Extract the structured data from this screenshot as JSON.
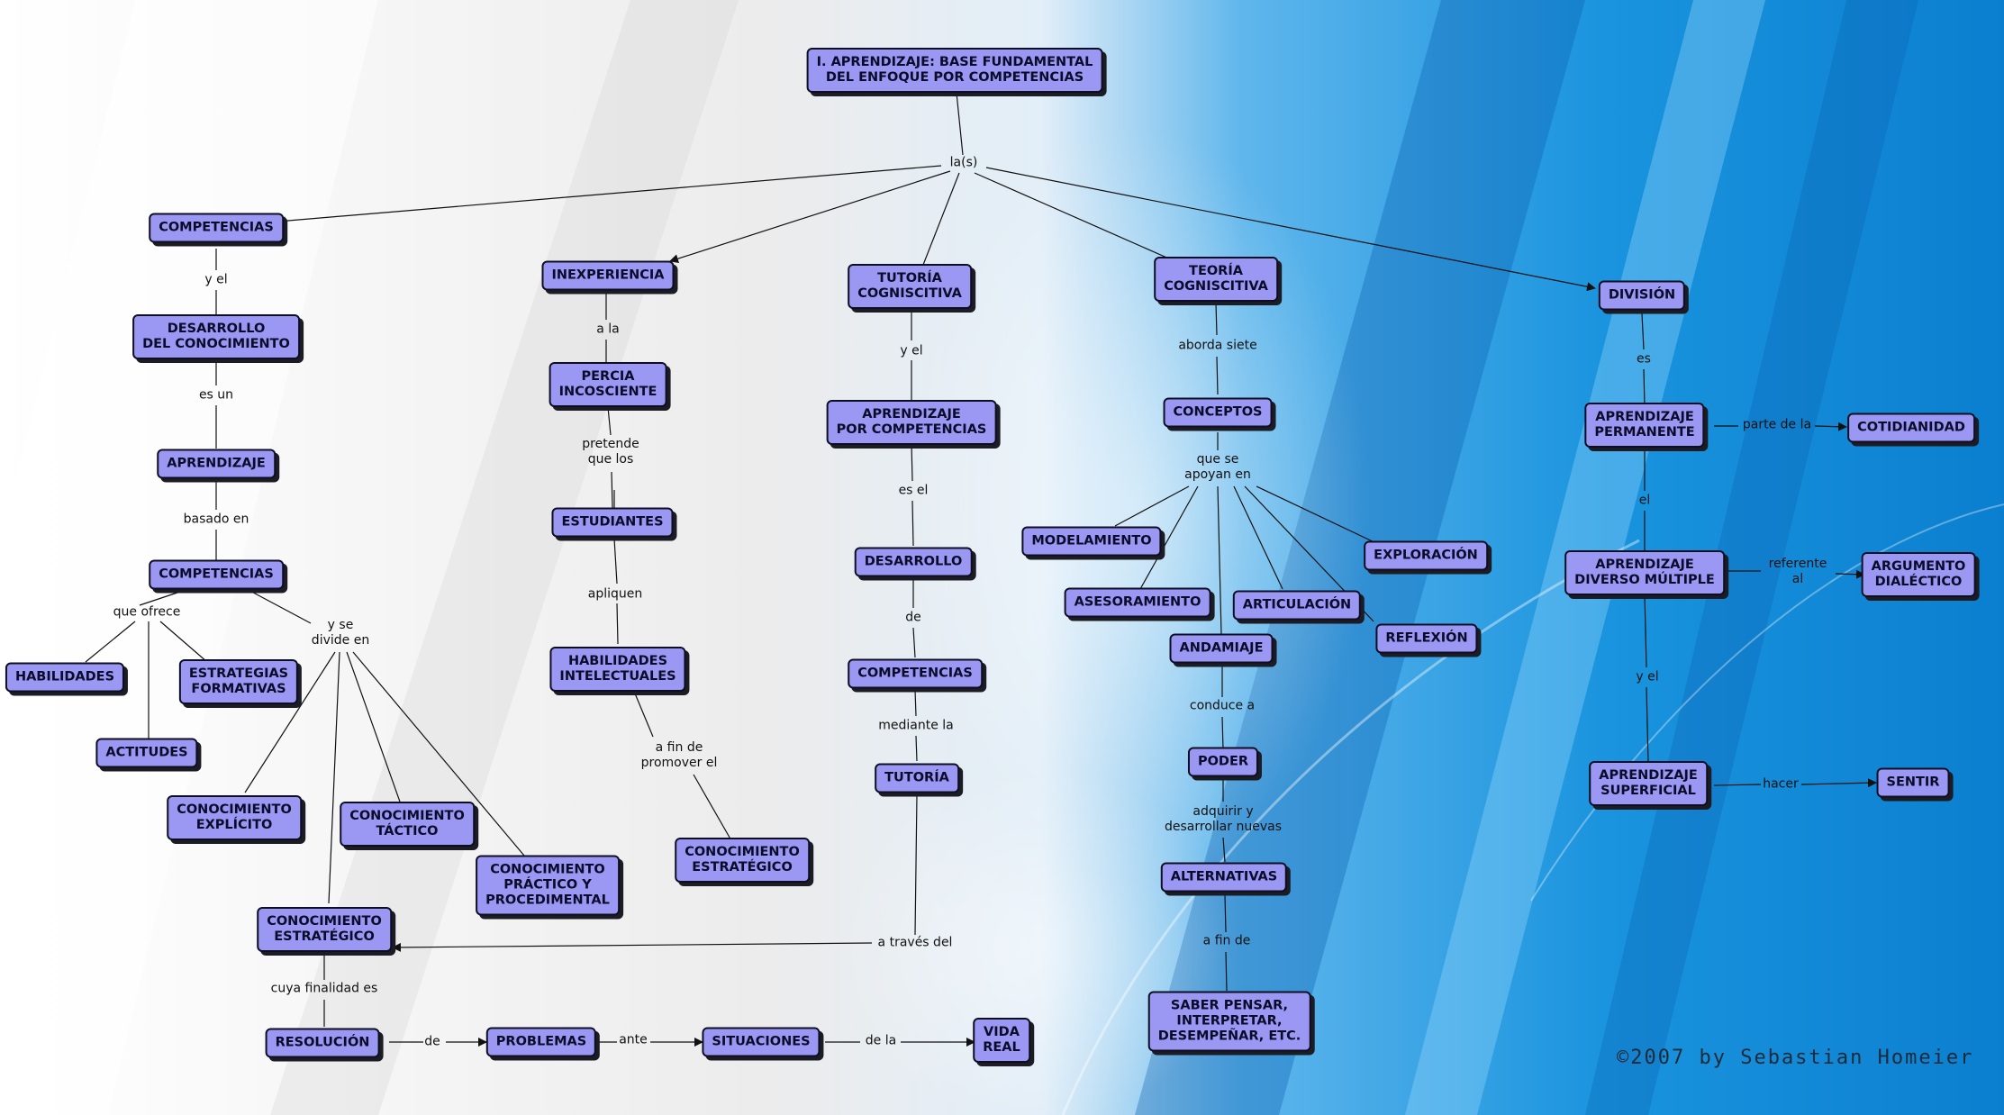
{
  "nodes": {
    "root": "I. APRENDIZAJE: BASE FUNDAMENTAL\nDEL ENFOQUE POR COMPETENCIAS",
    "competencias_top": "COMPETENCIAS",
    "desarrollo_conocimiento": "DESARROLLO\nDEL CONOCIMIENTO",
    "aprendizaje": "APRENDIZAJE",
    "competencias_mid": "COMPETENCIAS",
    "habilidades": "HABILIDADES",
    "actitudes": "ACTITUDES",
    "estrategias_formativas": "ESTRATEGIAS\nFORMATIVAS",
    "conocimiento_explicito": "CONOCIMIENTO\nEXPLÍCITO",
    "conocimiento_tactico": "CONOCIMIENTO\nTÁCTICO",
    "conocimiento_practico": "CONOCIMIENTO\nPRÁCTICO Y\nPROCEDIMENTAL",
    "conocimiento_estrategico_left": "CONOCIMIENTO\nESTRATÉGICO",
    "resolucion": "RESOLUCIÓN",
    "problemas": "PROBLEMAS",
    "situaciones": "SITUACIONES",
    "vida_real": "VIDA\nREAL",
    "inexperiencia": "INEXPERIENCIA",
    "percia_inconsciente": "PERCIA\nINCOSCIENTE",
    "estudiantes": "ESTUDIANTES",
    "habilidades_intelectuales": "HABILIDADES\nINTELECTUALES",
    "conocimiento_estrategico_mid": "CONOCIMIENTO\nESTRATÉGICO",
    "tutoria_cogniscitiva": "TUTORÍA\nCOGNISCITIVA",
    "aprendizaje_competencias": "APRENDIZAJE\nPOR COMPETENCIAS",
    "desarrollo": "DESARROLLO",
    "competencias_tut": "COMPETENCIAS",
    "tutoria": "TUTORÍA",
    "teoria_cogniscitiva": "TEORÍA\nCOGNISCITIVA",
    "conceptos": "CONCEPTOS",
    "modelamiento": "MODELAMIENTO",
    "asesoramiento": "ASESORAMIENTO",
    "andamiaje": "ANDAMIAJE",
    "articulacion": "ARTICULACIÓN",
    "reflexion": "REFLEXIÓN",
    "exploracion": "EXPLORACIÓN",
    "poder": "PODER",
    "alternativas": "ALTERNATIVAS",
    "saber_pensar": "SABER PENSAR,\nINTERPRETAR,\nDESEMPEÑAR, ETC.",
    "division": "DIVISIÓN",
    "aprendizaje_permanente": "APRENDIZAJE\nPERMANENTE",
    "cotidianidad": "COTIDIANIDAD",
    "aprendizaje_diverso": "APRENDIZAJE\nDIVERSO MÚLTIPLE",
    "argumento_dialectico": "ARGUMENTO\nDIALÉCTICO",
    "aprendizaje_superficial": "APRENDIZAJE\nSUPERFICIAL",
    "sentir": "SENTIR"
  },
  "links": {
    "las": "la(s)",
    "y_el_1": "y el",
    "es_un": "es un",
    "basado_en": "basado en",
    "que_ofrece": "que ofrece",
    "y_se_divide": "y se\ndivide en",
    "cuya_finalidad": "cuya finalidad es",
    "de_1": "de",
    "ante": "ante",
    "de_la": "de la",
    "a_la": "a la",
    "pretende": "pretende\nque los",
    "apliquen": "apliquen",
    "a_fin_de_promover": "a fin de\npromover el",
    "y_el_2": "y el",
    "es_el": "es el",
    "de_2": "de",
    "mediante_la": "mediante la",
    "a_traves_del": "a través del",
    "aborda_siete": "aborda siete",
    "que_se_apoyan": "que se\napoyan en",
    "conduce_a": "conduce a",
    "adquirir": "adquirir y\ndesarrollar nuevas",
    "a_fin_de": "a fin de",
    "es": "es",
    "parte_de_la": "parte de la",
    "el": "el",
    "referente_al": "referente\nal",
    "y_el_3": "y el",
    "hacer": "hacer"
  },
  "credit": "©2007 by Sebastian Homeier",
  "colors": {
    "node_fill": "#9b98f4",
    "node_border": "#0e0e22",
    "line": "#111111"
  }
}
